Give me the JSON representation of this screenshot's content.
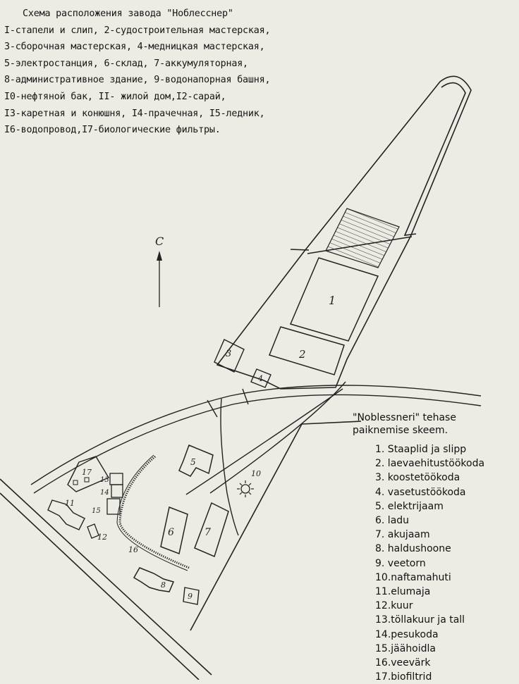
{
  "russian_legend": {
    "title": "Схема расположения завода \"Ноблесснер\"",
    "lines": [
      "I-стапели и слип, 2-судостроительная мастерская,",
      "3-сборочная мастерская, 4-медницкая мастерская,",
      "5-электростанция, 6-склад, 7-аккумуляторная,",
      "8-административное здание, 9-водонапорная башня,",
      "I0-нефтяной бак, II- жилой дом,I2-сарай,",
      "I3-каретная и конюшня, I4-прачечная, I5-ледник,",
      "I6-водопровод,I7-биологические фильтры."
    ]
  },
  "estonian_legend": {
    "title_line1": "\"Noblessneri\" tehase",
    "title_line2": "paiknemise skeem.",
    "items": [
      "1.  Staaplid ja slipp",
      "2.  laevaehitustöökoda",
      "3.  koostetöökoda",
      "4.  vasetustöökoda",
      "5.  elektrijaam",
      "6.  ladu",
      "7.  akujaam",
      "8.  haldushoone",
      "9.  veetorn",
      "10.naftamahuti",
      "11.elumaja",
      "12.kuur",
      "13.töllakuur ja tall",
      "14.pesukoda",
      "15.jäähoidla",
      "16.veevärk",
      "17.biofiltrid"
    ]
  },
  "north_label": "С",
  "building_labels": {
    "b1": "1",
    "b2": "2",
    "b3": "3",
    "b4": "4",
    "b5": "5",
    "b6": "6",
    "b7": "7",
    "b8": "8",
    "b9": "9",
    "b10": "10",
    "b11": "11",
    "b12": "12",
    "b13": "13",
    "b14": "14",
    "b15": "15",
    "b16": "16",
    "b17": "17"
  }
}
